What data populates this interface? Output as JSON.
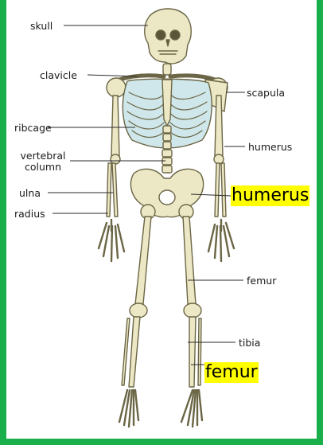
{
  "labels": {
    "skull": "skull",
    "clavicle": "clavicle",
    "scapula": "scapula",
    "ribcage": "ribcage",
    "humerus": "humerus",
    "vertebral_column_line1": "vertebral",
    "vertebral_column_line2": "column",
    "ulna": "ulna",
    "radius": "radius",
    "femur": "femur",
    "tibia": "tibia"
  },
  "answers": {
    "humerus": "humerus",
    "femur": "femur"
  },
  "colors": {
    "border": "#19b04b",
    "bone": "#ece7c4",
    "bone_outline": "#6b6646",
    "ribcage": "#cfe7ea",
    "answer_highlight": "#ffff00"
  }
}
